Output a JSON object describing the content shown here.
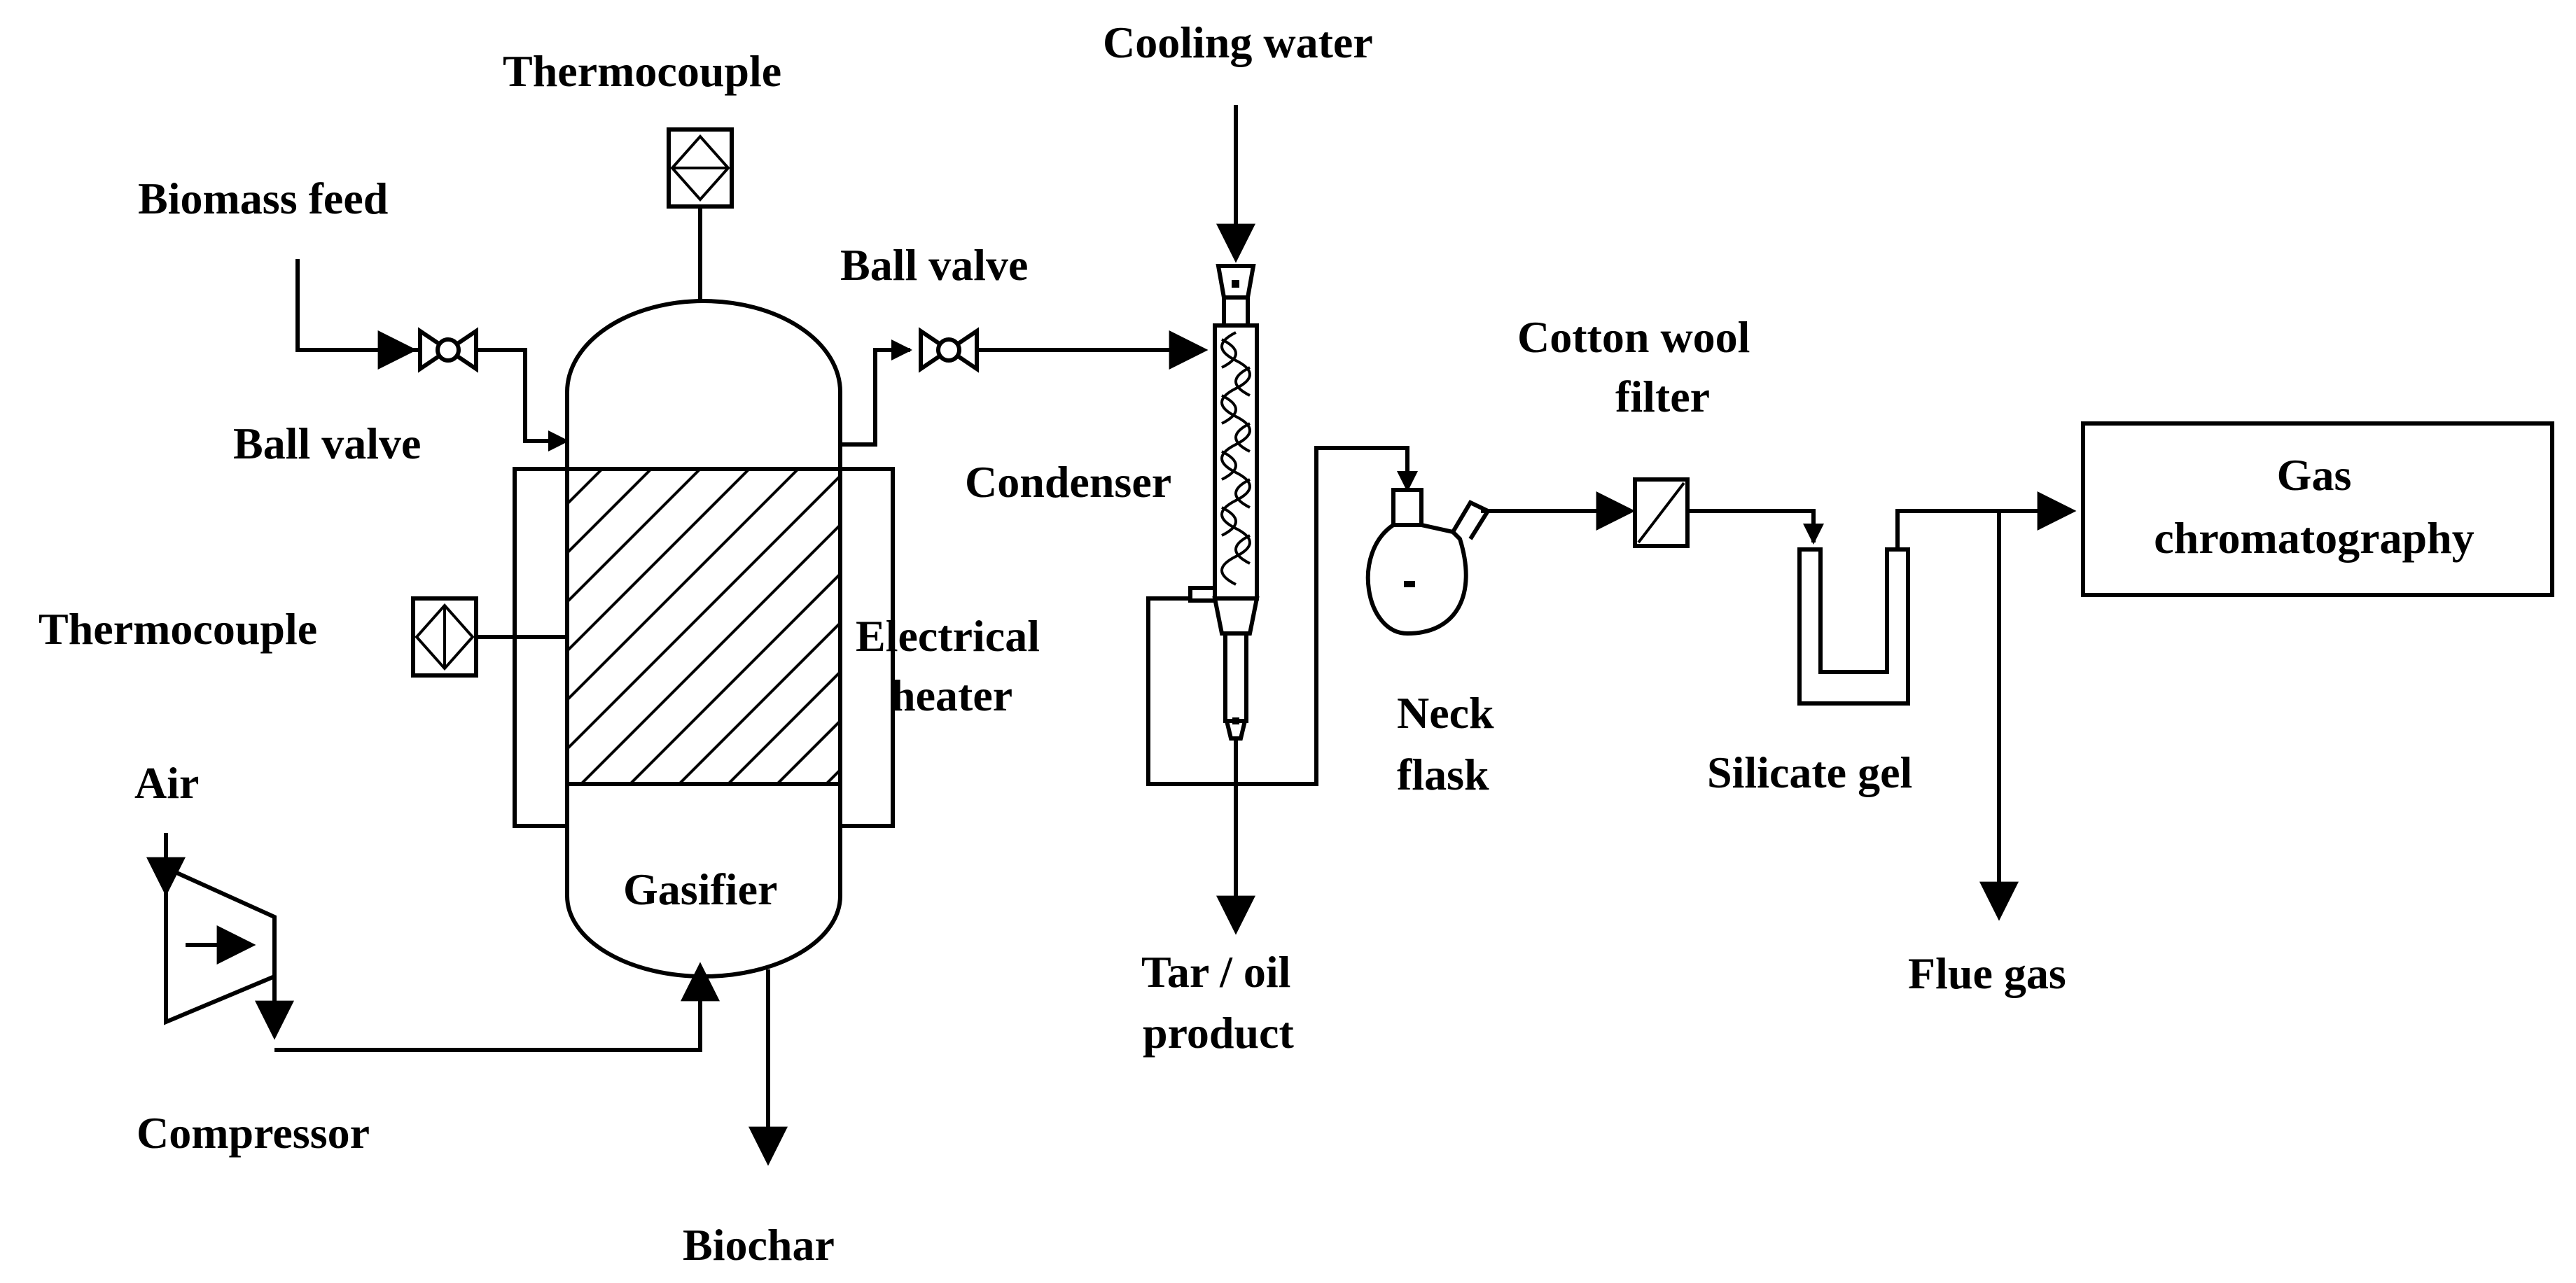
{
  "labels": {
    "cooling_water": "Cooling water",
    "thermocouple_top": "Thermocouple",
    "biomass_feed": "Biomass feed",
    "ball_valve_right": "Ball valve",
    "ball_valve_left": "Ball valve",
    "cotton_wool_line1": "Cotton wool",
    "cotton_wool_line2": "filter",
    "condenser": "Condenser",
    "gas_chrom_line1": "Gas",
    "gas_chrom_line2": "chromatography",
    "thermocouple_side": "Thermocouple",
    "electrical_line1": "Electrical",
    "electrical_line2": "heater",
    "neck_line1": "Neck",
    "neck_line2": "flask",
    "silicate_gel": "Silicate gel",
    "air": "Air",
    "gasifier": "Gasifier",
    "tar_line1": "Tar / oil",
    "tar_line2": "product",
    "flue_gas": "Flue gas",
    "compressor": "Compressor",
    "biochar": "Biochar"
  },
  "colors": {
    "line": "#000000",
    "background": "#ffffff"
  }
}
